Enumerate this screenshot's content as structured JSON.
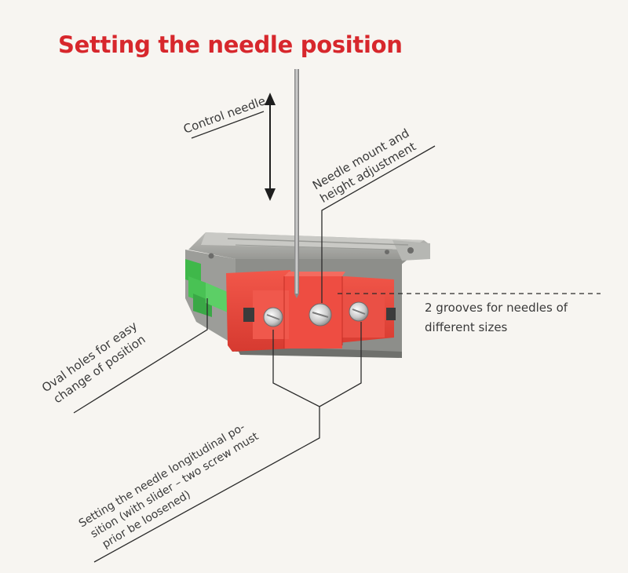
{
  "title": "Setting the needle position",
  "labels": {
    "control_needle": "Control needle",
    "needle_mount": [
      "Needle mount and",
      "height adjustment"
    ],
    "grooves": [
      "2 grooves for needles of",
      "different sizes"
    ],
    "oval_holes": [
      "Oval holes for easy",
      "change of position"
    ],
    "setting": [
      "Setting the needle longitudinal po-",
      "sition (with slider – two screw must",
      "prior be loosened)"
    ]
  },
  "colors": {
    "title": "#d7272c",
    "mount_body": "#e8483f",
    "mount_face": "#f25b4e",
    "housing": "#a9aaa6",
    "side_bars": "#3fb84a",
    "lines": "#2b2b2b"
  }
}
